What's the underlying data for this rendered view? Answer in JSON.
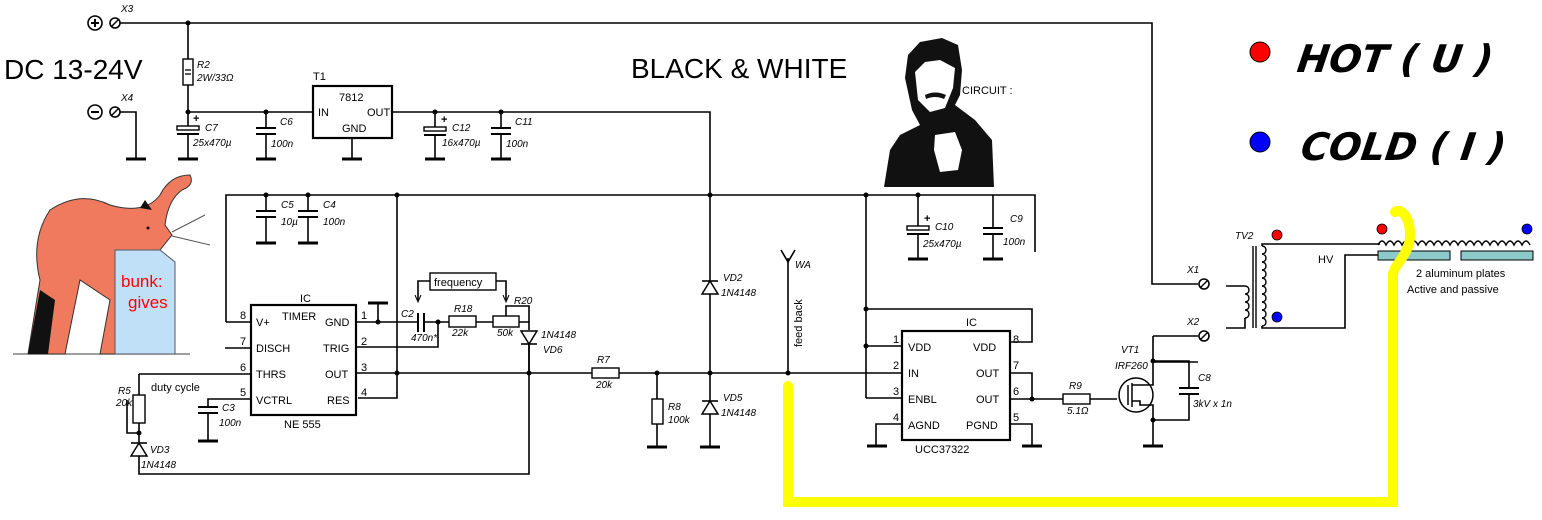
{
  "title": "BLACK & WHITE",
  "subtitle": "CIRCUIT :",
  "supply": {
    "label": "DC 13-24V",
    "plus_terminal": "X3",
    "minus_terminal": "X4"
  },
  "legend": {
    "hot": {
      "label": "HOT ( U )",
      "color": "#ff0000"
    },
    "cold": {
      "label": "COLD ( I )",
      "color": "#0000ff"
    }
  },
  "mascot": {
    "text_line1": "bunk:",
    "text_line2": "gives",
    "text_color": "#ff0000"
  },
  "regulator": {
    "ref": "T1",
    "part": "7812",
    "in": "IN",
    "out": "OUT",
    "gnd": "GND"
  },
  "components": {
    "R2": {
      "ref": "R2",
      "value": "2W/33Ω"
    },
    "C7": {
      "ref": "C7",
      "value": "25x470µ"
    },
    "C6": {
      "ref": "C6",
      "value": "100n"
    },
    "C12": {
      "ref": "C12",
      "value": "16x470µ"
    },
    "C11": {
      "ref": "C11",
      "value": "100n"
    },
    "C5": {
      "ref": "C5",
      "value": "10µ"
    },
    "C4": {
      "ref": "C4",
      "value": "100n"
    },
    "C2": {
      "ref": "C2",
      "value": "470n*"
    },
    "R18": {
      "ref": "R18",
      "value": "22k"
    },
    "R20": {
      "ref": "R20",
      "value": "50k"
    },
    "VD6": {
      "ref": "VD6",
      "value": "1N4148"
    },
    "R5": {
      "ref": "R5",
      "value": "20k"
    },
    "VD3": {
      "ref": "VD3",
      "value": "1N4148"
    },
    "C3": {
      "ref": "C3",
      "value": "100n"
    },
    "R7": {
      "ref": "R7",
      "value": "20k"
    },
    "R8": {
      "ref": "R8",
      "value": "100k"
    },
    "VD2": {
      "ref": "VD2",
      "value": "1N4148"
    },
    "VD5": {
      "ref": "VD5",
      "value": "1N4148"
    },
    "WA": {
      "ref": "WA"
    },
    "C10": {
      "ref": "C10",
      "value": "25x470µ"
    },
    "C9": {
      "ref": "C9",
      "value": "100n"
    },
    "R9": {
      "ref": "R9",
      "value": "5.1Ω"
    },
    "VT1": {
      "ref": "VT1",
      "value": "IRF260"
    },
    "C8": {
      "ref": "C8",
      "value": "3kV x 1n"
    },
    "X1": {
      "ref": "X1"
    },
    "X2": {
      "ref": "X2"
    },
    "TV2": {
      "ref": "TV2"
    }
  },
  "timer": {
    "header": "IC",
    "name": "TIMER",
    "part": "NE 555",
    "left_pins": [
      {
        "num": "8",
        "name": "V+"
      },
      {
        "num": "7",
        "name": "DISCH"
      },
      {
        "num": "6",
        "name": "THRS"
      },
      {
        "num": "5",
        "name": "VCTRL"
      }
    ],
    "right_pins": [
      {
        "num": "1",
        "name": "GND"
      },
      {
        "num": "2",
        "name": "TRIG"
      },
      {
        "num": "3",
        "name": "OUT"
      },
      {
        "num": "4",
        "name": "RES"
      }
    ]
  },
  "driver": {
    "header": "IC",
    "part": "UCC37322",
    "left_pins": [
      {
        "num": "1",
        "name": "VDD"
      },
      {
        "num": "2",
        "name": "IN"
      },
      {
        "num": "3",
        "name": "ENBL"
      },
      {
        "num": "4",
        "name": "AGND"
      }
    ],
    "right_pins": [
      {
        "num": "8",
        "name": "VDD"
      },
      {
        "num": "7",
        "name": "OUT"
      },
      {
        "num": "6",
        "name": "OUT"
      },
      {
        "num": "5",
        "name": "PGND"
      }
    ]
  },
  "annotations": {
    "frequency": "frequency",
    "duty_cycle": "duty cycle",
    "feed_back": "feed back",
    "hv": "HV",
    "plates_line1": "2 aluminum plates",
    "plates_line2": "Active and passive"
  },
  "colors": {
    "feedback_wire": "#ffff00",
    "cat": "#f07a5e",
    "document": "#bfe0f7",
    "plates": "#8ec9c9"
  }
}
